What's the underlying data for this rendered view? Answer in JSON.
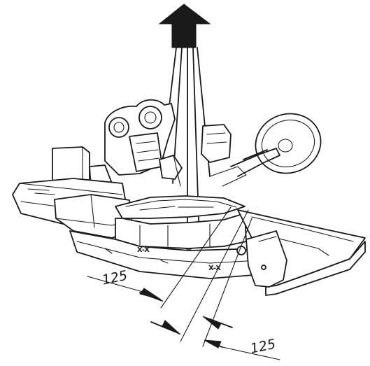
{
  "diagram": {
    "dimension_top": "125",
    "dimension_bottom": "125",
    "marking_left": "X-X",
    "marking_right": "X-X"
  }
}
